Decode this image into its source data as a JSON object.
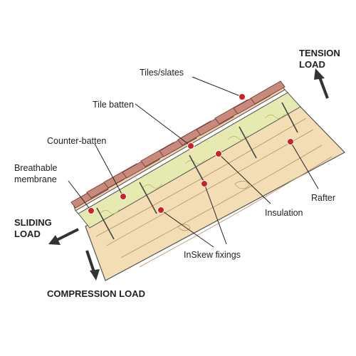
{
  "labels": {
    "tiles": "Tiles/slates",
    "tile_batten": "Tile batten",
    "counter_batten": "Counter-batten",
    "breathable_1": "Breathable",
    "breathable_2": "membrane",
    "rafter": "Rafter",
    "insulation": "Insulation",
    "inskew": "InSkew fixings"
  },
  "loads": {
    "tension_1": "TENSION",
    "tension_2": "LOAD",
    "sliding_1": "SLIDING",
    "sliding_2": "LOAD",
    "compression": "COMPRESSION LOAD"
  },
  "colors": {
    "tile": "#c98a7e",
    "tile_edge": "#7a4038",
    "insulation": "#e6eab0",
    "rafter": "#f2ddb4",
    "wood_grain": "#b69368",
    "marker": "#cf2027",
    "arrow": "#333333"
  }
}
